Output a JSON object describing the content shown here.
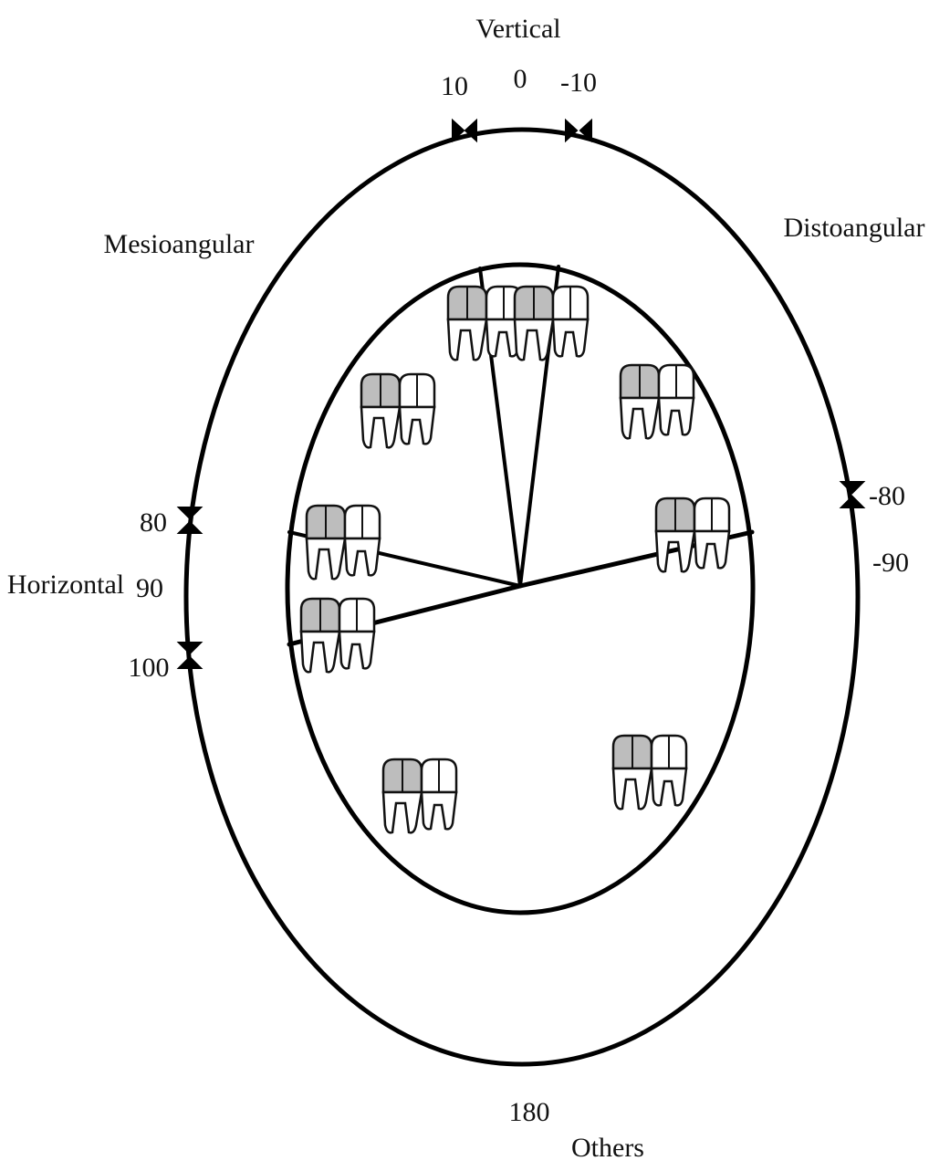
{
  "diagram": {
    "categories": {
      "vertical": "Vertical",
      "mesioangular": "Mesioangular",
      "distoangular": "Distoangular",
      "horizontal": "Horizontal",
      "others": "Others"
    },
    "angles": {
      "pos10": "10",
      "zero": "0",
      "neg10": "-10",
      "pos80": "80",
      "pos90": "90",
      "pos100": "100",
      "neg80": "-80",
      "neg90": "-90",
      "deg180": "180"
    },
    "colors": {
      "line": "#000000",
      "molar_fill": "#bdbdbd",
      "third_molar_fill": "#ffffff"
    },
    "icons": [
      "tooth-pair-icon"
    ]
  }
}
